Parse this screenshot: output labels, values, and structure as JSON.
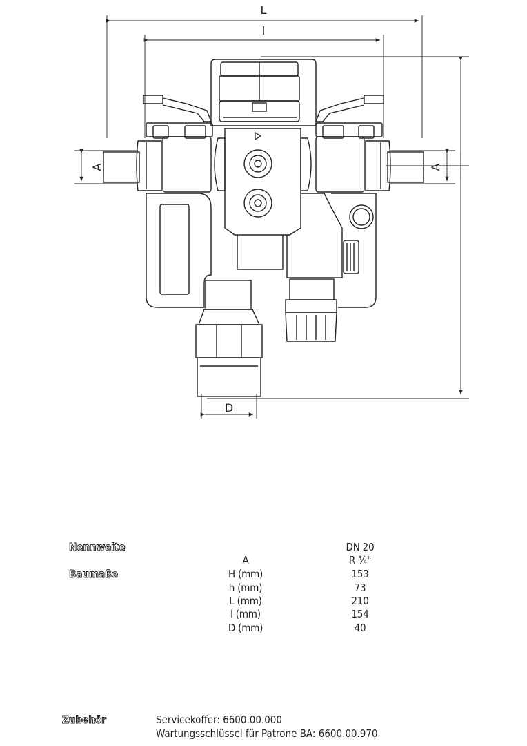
{
  "drawing": {
    "dimensions": {
      "L": "L",
      "l": "l",
      "A_left": "A",
      "A_right": "A",
      "D": "D"
    }
  },
  "specs": {
    "nennweite_label": "Nennweite",
    "nennweite_value": "DN 20",
    "a_label": "A",
    "a_value": "R ¾\"",
    "baumasse_label": "Baumaße",
    "rows": [
      {
        "label": "H (mm)",
        "value": "153"
      },
      {
        "label": "h (mm)",
        "value": "73"
      },
      {
        "label": "L (mm)",
        "value": "210"
      },
      {
        "label": "l (mm)",
        "value": "154"
      },
      {
        "label": "D (mm)",
        "value": "40"
      }
    ]
  },
  "accessories": {
    "label": "Zubehör",
    "items": [
      "Servicekoffer: 6600.00.000",
      "Wartungsschlüssel für Patrone BA: 6600.00.970"
    ]
  }
}
